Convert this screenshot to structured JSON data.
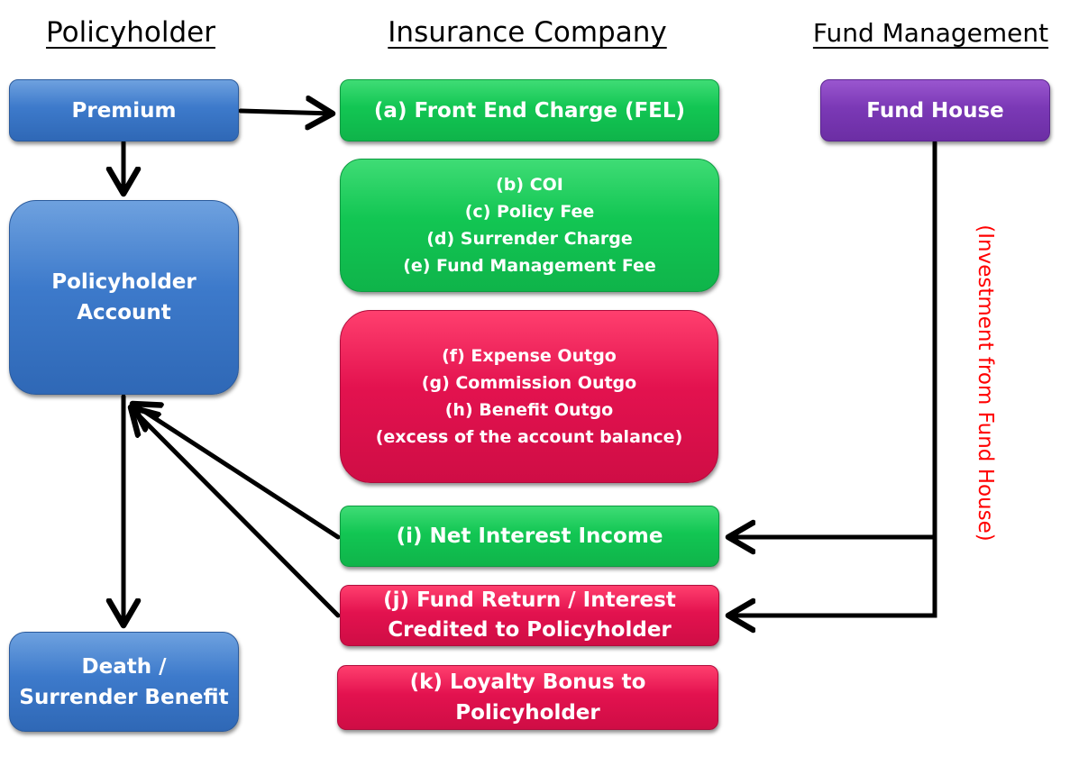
{
  "headers": {
    "policyholder": "Policyholder",
    "insurance_company": "Insurance Company",
    "fund_management": "Fund Management"
  },
  "boxes": {
    "premium": [
      "Premium"
    ],
    "policyholder_account": [
      "Policyholder",
      "Account"
    ],
    "death_surrender_benefit": [
      "Death /",
      "Surrender Benefit"
    ],
    "front_end_charge": [
      "(a) Front End Charge (FEL)"
    ],
    "charges": [
      "(b) COI",
      "(c) Policy Fee",
      "(d) Surrender Charge",
      "(e) Fund  Management Fee"
    ],
    "outgo": [
      "(f) Expense Outgo",
      "(g) Commission  Outgo",
      "(h) Benefit Outgo",
      "(excess of the account balance)"
    ],
    "net_interest_income": [
      "(i) Net Interest Income"
    ],
    "fund_return": [
      "(j) Fund Return / Interest",
      "Credited to Policyholder"
    ],
    "loyalty_bonus": [
      "(k) Loyalty Bonus to",
      "Policyholder"
    ],
    "fund_house": [
      "Fund House"
    ]
  },
  "annotation": "(Investment from Fund House)",
  "colors": {
    "blue": "#3d7acb",
    "green": "#12c653",
    "red": "#e3124f",
    "purple": "#7b39b6",
    "annotation": "#ff0000"
  }
}
